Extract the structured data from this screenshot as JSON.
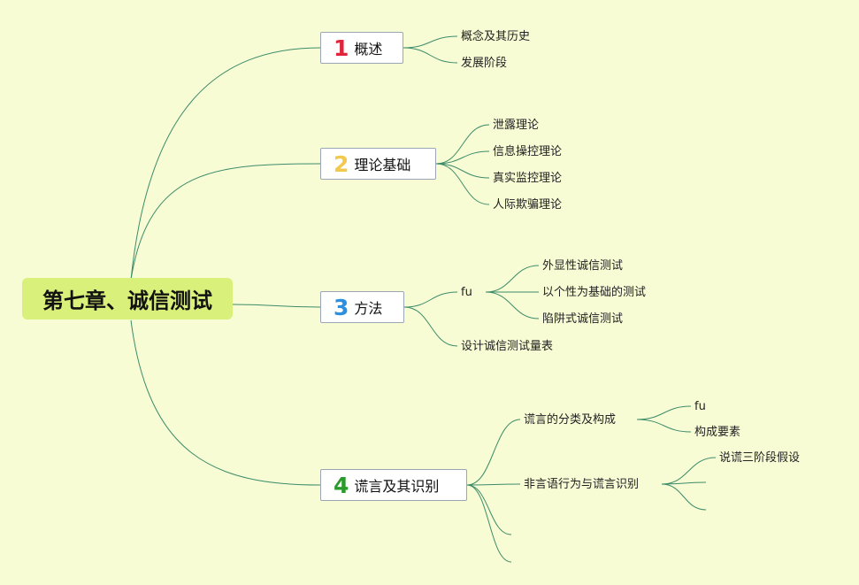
{
  "root": {
    "label": "第七章、诚信测试"
  },
  "colors": {
    "line": "#3d8c6a",
    "n1": "#e0243a",
    "n2": "#f2c94c",
    "n3": "#2d8fe0",
    "n4": "#2a9a2a"
  },
  "topics": [
    {
      "num": "1",
      "label": "概述",
      "children": [
        "概念及其历史",
        "发展阶段"
      ]
    },
    {
      "num": "2",
      "label": "理论基础",
      "children": [
        "泄露理论",
        "信息操控理论",
        "真实监控理论",
        "人际欺骗理论"
      ]
    },
    {
      "num": "3",
      "label": "方法",
      "fu": {
        "label": "fu",
        "children": [
          "外显性诚信测试",
          "以个性为基础的测试",
          "陷阱式诚信测试"
        ]
      },
      "other": "设计诚信测试量表"
    },
    {
      "num": "4",
      "label": "谎言及其识别",
      "sub1": {
        "label": "谎言的分类及构成",
        "children": [
          "fu",
          "构成要素"
        ]
      },
      "sub2": {
        "label": "非言语行为与谎言识别",
        "children": [
          "说谎三阶段假设"
        ]
      }
    }
  ]
}
